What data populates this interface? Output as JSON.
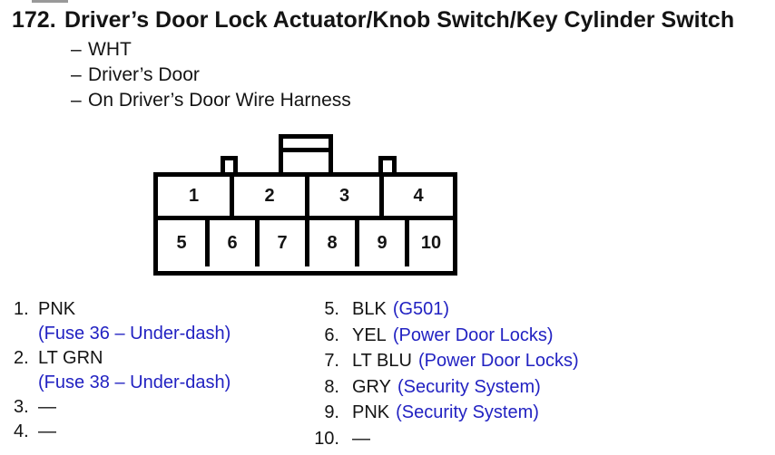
{
  "page": {
    "item_number": "172.",
    "title": "Driver’s Door Lock Actuator/Knob Switch/Key Cylinder Switch",
    "bullet": "–",
    "attributes": [
      "WHT",
      "Driver’s Door",
      "On Driver’s Door Wire Harness"
    ]
  },
  "connector": {
    "top_row": [
      "1",
      "2",
      "3",
      "4"
    ],
    "bottom_row": [
      "5",
      "6",
      "7",
      "8",
      "9",
      "10"
    ]
  },
  "pins_left": [
    {
      "num": "1.",
      "wire": "PNK",
      "note": "(Fuse 36 – Under-dash)"
    },
    {
      "num": "2.",
      "wire": "LT GRN",
      "note": "(Fuse 38 – Under-dash)"
    },
    {
      "num": "3.",
      "wire": "—"
    },
    {
      "num": "4.",
      "wire": "—"
    }
  ],
  "pins_right": [
    {
      "num": "5.",
      "wire": "BLK",
      "note": "(G501)"
    },
    {
      "num": "6.",
      "wire": "YEL",
      "note": "(Power Door Locks)"
    },
    {
      "num": "7.",
      "wire": "LT BLU",
      "note": "(Power Door Locks)"
    },
    {
      "num": "8.",
      "wire": "GRY",
      "note": "(Security System)"
    },
    {
      "num": "9.",
      "wire": "PNK",
      "note": "(Security System)"
    },
    {
      "num": "10.",
      "wire": "—"
    }
  ],
  "colors": {
    "text_black": "#141414",
    "note_blue": "#2222c2",
    "background": "#ffffff"
  }
}
